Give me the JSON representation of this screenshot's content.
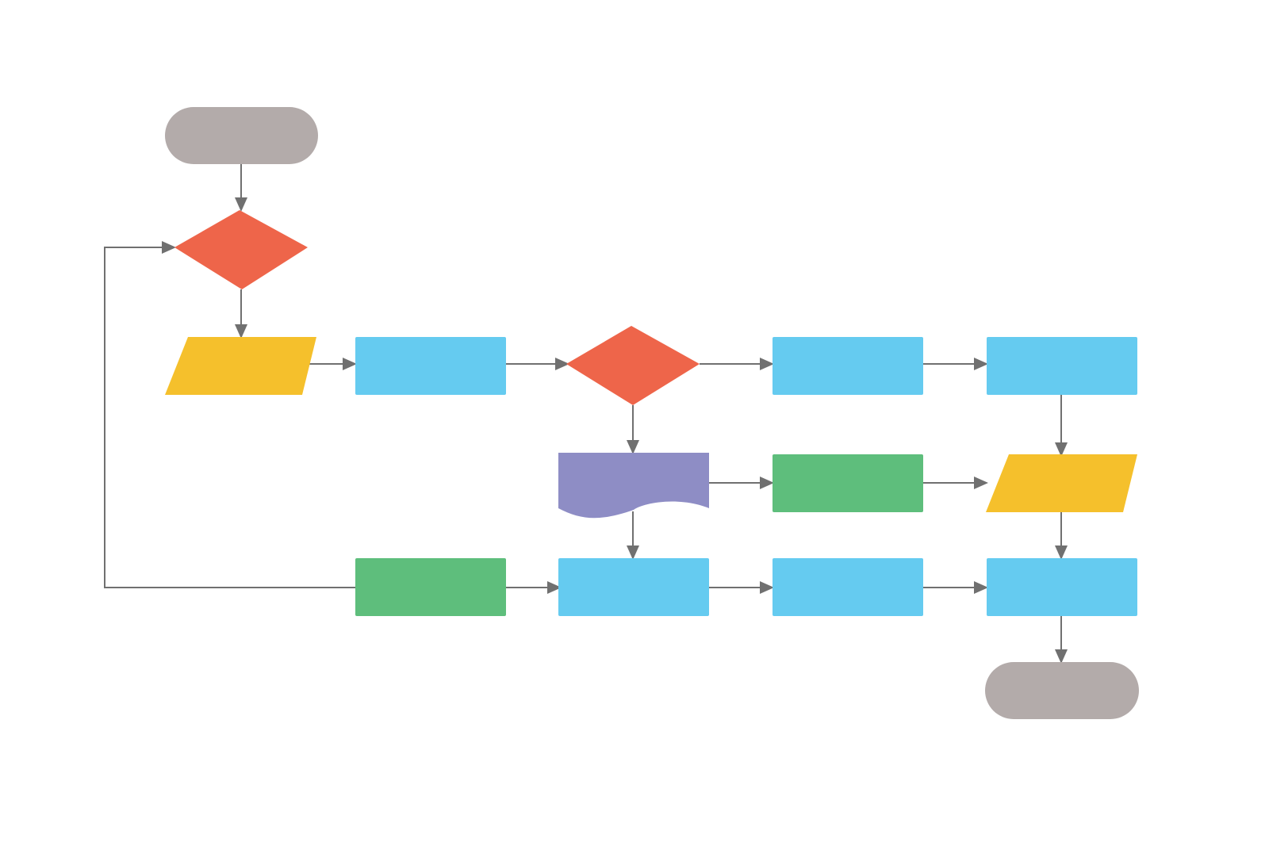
{
  "diagram": {
    "type": "flowchart",
    "labeled": false,
    "palette": {
      "terminator": "#b3abaa",
      "decision": "#ee654a",
      "input_output": "#f5c02c",
      "process": "#65cbf0",
      "process_alt": "#5ebe7c",
      "document": "#8e8dc5",
      "connector": "#707070",
      "background": "#ffffff"
    },
    "nodes": [
      {
        "id": "start",
        "shape": "terminator",
        "color": "terminator"
      },
      {
        "id": "decision-1",
        "shape": "decision",
        "color": "decision"
      },
      {
        "id": "io-1",
        "shape": "parallelogram",
        "color": "input_output"
      },
      {
        "id": "process-1",
        "shape": "rectangle",
        "color": "process"
      },
      {
        "id": "decision-2",
        "shape": "decision",
        "color": "decision"
      },
      {
        "id": "process-2",
        "shape": "rectangle",
        "color": "process"
      },
      {
        "id": "process-3",
        "shape": "rectangle",
        "color": "process"
      },
      {
        "id": "document-1",
        "shape": "document",
        "color": "document"
      },
      {
        "id": "process-4",
        "shape": "rectangle",
        "color": "process_alt"
      },
      {
        "id": "io-2",
        "shape": "parallelogram",
        "color": "input_output"
      },
      {
        "id": "process-5",
        "shape": "rectangle",
        "color": "process_alt"
      },
      {
        "id": "process-6",
        "shape": "rectangle",
        "color": "process"
      },
      {
        "id": "process-7",
        "shape": "rectangle",
        "color": "process"
      },
      {
        "id": "process-8",
        "shape": "rectangle",
        "color": "process"
      },
      {
        "id": "end",
        "shape": "terminator",
        "color": "terminator"
      }
    ],
    "edges": [
      {
        "from": "start",
        "to": "decision-1"
      },
      {
        "from": "decision-1",
        "to": "io-1"
      },
      {
        "from": "io-1",
        "to": "process-1"
      },
      {
        "from": "process-1",
        "to": "decision-2"
      },
      {
        "from": "decision-2",
        "to": "process-2"
      },
      {
        "from": "process-2",
        "to": "process-3"
      },
      {
        "from": "decision-2",
        "to": "document-1"
      },
      {
        "from": "process-3",
        "to": "io-2"
      },
      {
        "from": "document-1",
        "to": "process-4"
      },
      {
        "from": "process-4",
        "to": "io-2"
      },
      {
        "from": "document-1",
        "to": "process-6"
      },
      {
        "from": "process-5",
        "to": "process-6"
      },
      {
        "from": "process-6",
        "to": "process-7"
      },
      {
        "from": "io-2",
        "to": "process-8"
      },
      {
        "from": "process-7",
        "to": "process-8"
      },
      {
        "from": "process-8",
        "to": "end"
      },
      {
        "from": "process-5",
        "to": "decision-1"
      }
    ]
  }
}
